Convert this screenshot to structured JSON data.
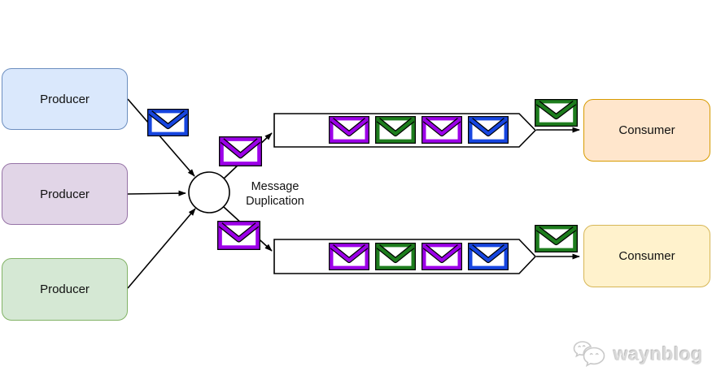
{
  "palette": {
    "blue": "#1746e0",
    "purple": "#9c00e8",
    "green": "#1e7d1e"
  },
  "producers": [
    {
      "label": "Producer"
    },
    {
      "label": "Producer"
    },
    {
      "label": "Producer"
    }
  ],
  "consumers": [
    {
      "label": "Consumer"
    },
    {
      "label": "Consumer"
    }
  ],
  "hub": {
    "label": "Message\nDuplication"
  },
  "flow": {
    "producer1_message": "blue",
    "duplicated_top": "purple",
    "duplicated_bottom": "purple",
    "queue_top": [
      "purple",
      "green",
      "purple",
      "blue"
    ],
    "queue_bottom": [
      "purple",
      "green",
      "purple",
      "blue"
    ],
    "delivered_top": "green",
    "delivered_bottom": "green"
  },
  "watermark": {
    "text": "waynblog",
    "icon": "wechat-icon"
  }
}
